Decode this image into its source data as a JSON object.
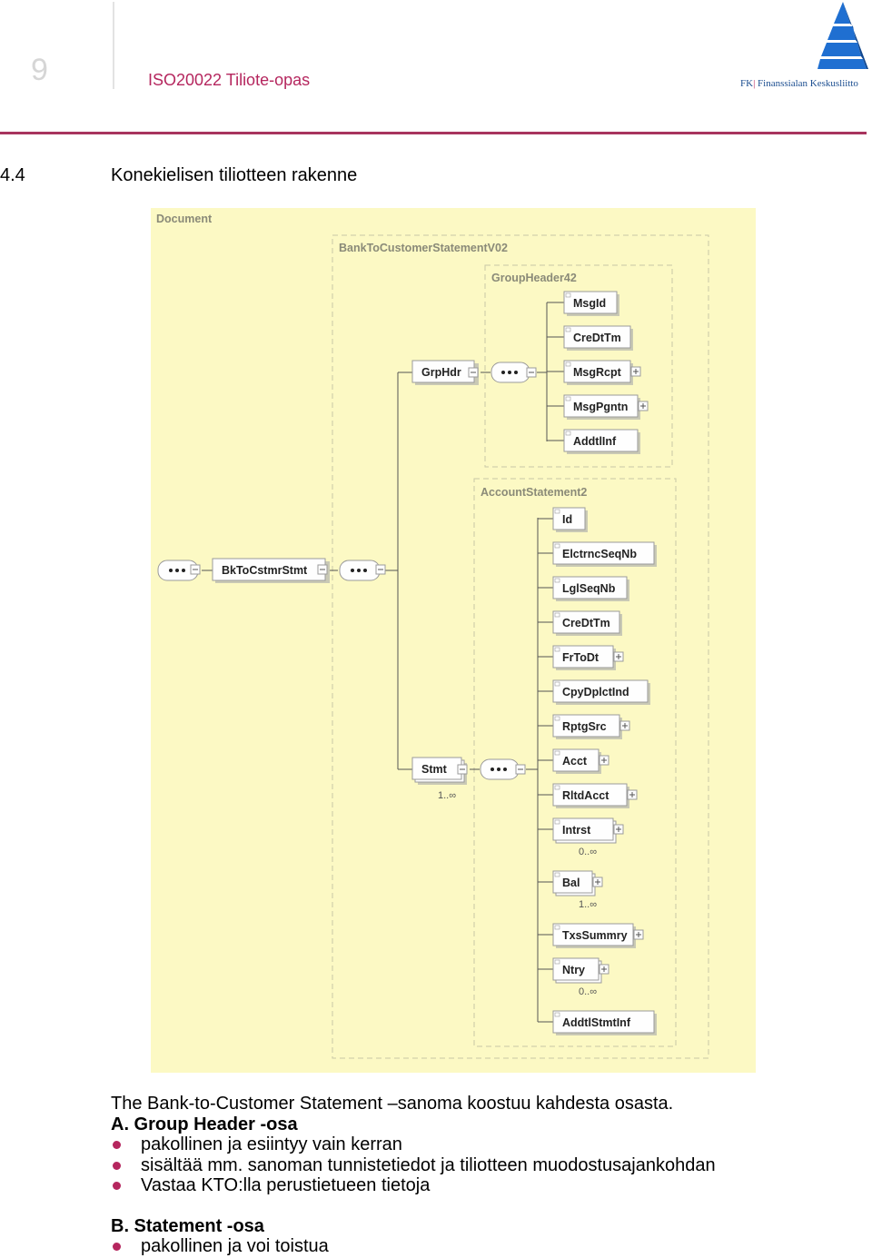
{
  "header": {
    "page_number": "9",
    "doc_title": "ISO20022 Tiliote-opas",
    "logo_fk": "FK",
    "logo_name": "Finanssialan Keskusliitto",
    "logo_icon": "fk-pyramid-logo-icon"
  },
  "section": {
    "number": "4.4",
    "title": "Konekielisen tiliotteen rakenne"
  },
  "diagram": {
    "document_label": "Document",
    "statement_type_label": "BankToCustomerStatementV02",
    "group_header_type_label": "GroupHeader42",
    "account_statement_type_label": "AccountStatement2",
    "root_element": "BkToCstmrStmt",
    "grp_hdr": "GrpHdr",
    "stmt": "Stmt",
    "stmt_multiplicity": "1..∞",
    "group_header_children": [
      {
        "name": "MsgId",
        "expand": false
      },
      {
        "name": "CreDtTm",
        "expand": false
      },
      {
        "name": "MsgRcpt",
        "expand": true
      },
      {
        "name": "MsgPgntn",
        "expand": true
      },
      {
        "name": "AddtlInf",
        "expand": false
      }
    ],
    "statement_children": [
      {
        "name": "Id",
        "expand": false,
        "mult": ""
      },
      {
        "name": "ElctrncSeqNb",
        "expand": false,
        "mult": ""
      },
      {
        "name": "LglSeqNb",
        "expand": false,
        "mult": ""
      },
      {
        "name": "CreDtTm",
        "expand": false,
        "mult": ""
      },
      {
        "name": "FrToDt",
        "expand": true,
        "mult": ""
      },
      {
        "name": "CpyDplctInd",
        "expand": false,
        "mult": ""
      },
      {
        "name": "RptgSrc",
        "expand": true,
        "mult": ""
      },
      {
        "name": "Acct",
        "expand": true,
        "mult": ""
      },
      {
        "name": "RltdAcct",
        "expand": true,
        "mult": ""
      },
      {
        "name": "Intrst",
        "expand": true,
        "mult": "0..∞"
      },
      {
        "name": "Bal",
        "expand": true,
        "mult": "1..∞"
      },
      {
        "name": "TxsSummry",
        "expand": true,
        "mult": ""
      },
      {
        "name": "Ntry",
        "expand": true,
        "mult": "0..∞"
      },
      {
        "name": "AddtlStmtInf",
        "expand": false,
        "mult": ""
      }
    ],
    "colors": {
      "background": "#fcf9c4",
      "group_border": "#c9c7a6",
      "line": "#555555"
    }
  },
  "body": {
    "intro": "The Bank-to-Customer Statement –sanoma koostuu kahdesta osasta.",
    "part_a_heading": "A. Group Header -osa",
    "part_a_bullets": [
      "pakollinen ja esiintyy vain kerran",
      "sisältää mm. sanoman tunnistetiedot ja tiliotteen muodostusajankohdan",
      "Vastaa KTO:lla perustietueen tietoja"
    ],
    "part_b_heading": "B. Statement -osa",
    "part_b_bullets": [
      "pakollinen ja voi toistua"
    ],
    "bullet_color": "#b5265e"
  }
}
